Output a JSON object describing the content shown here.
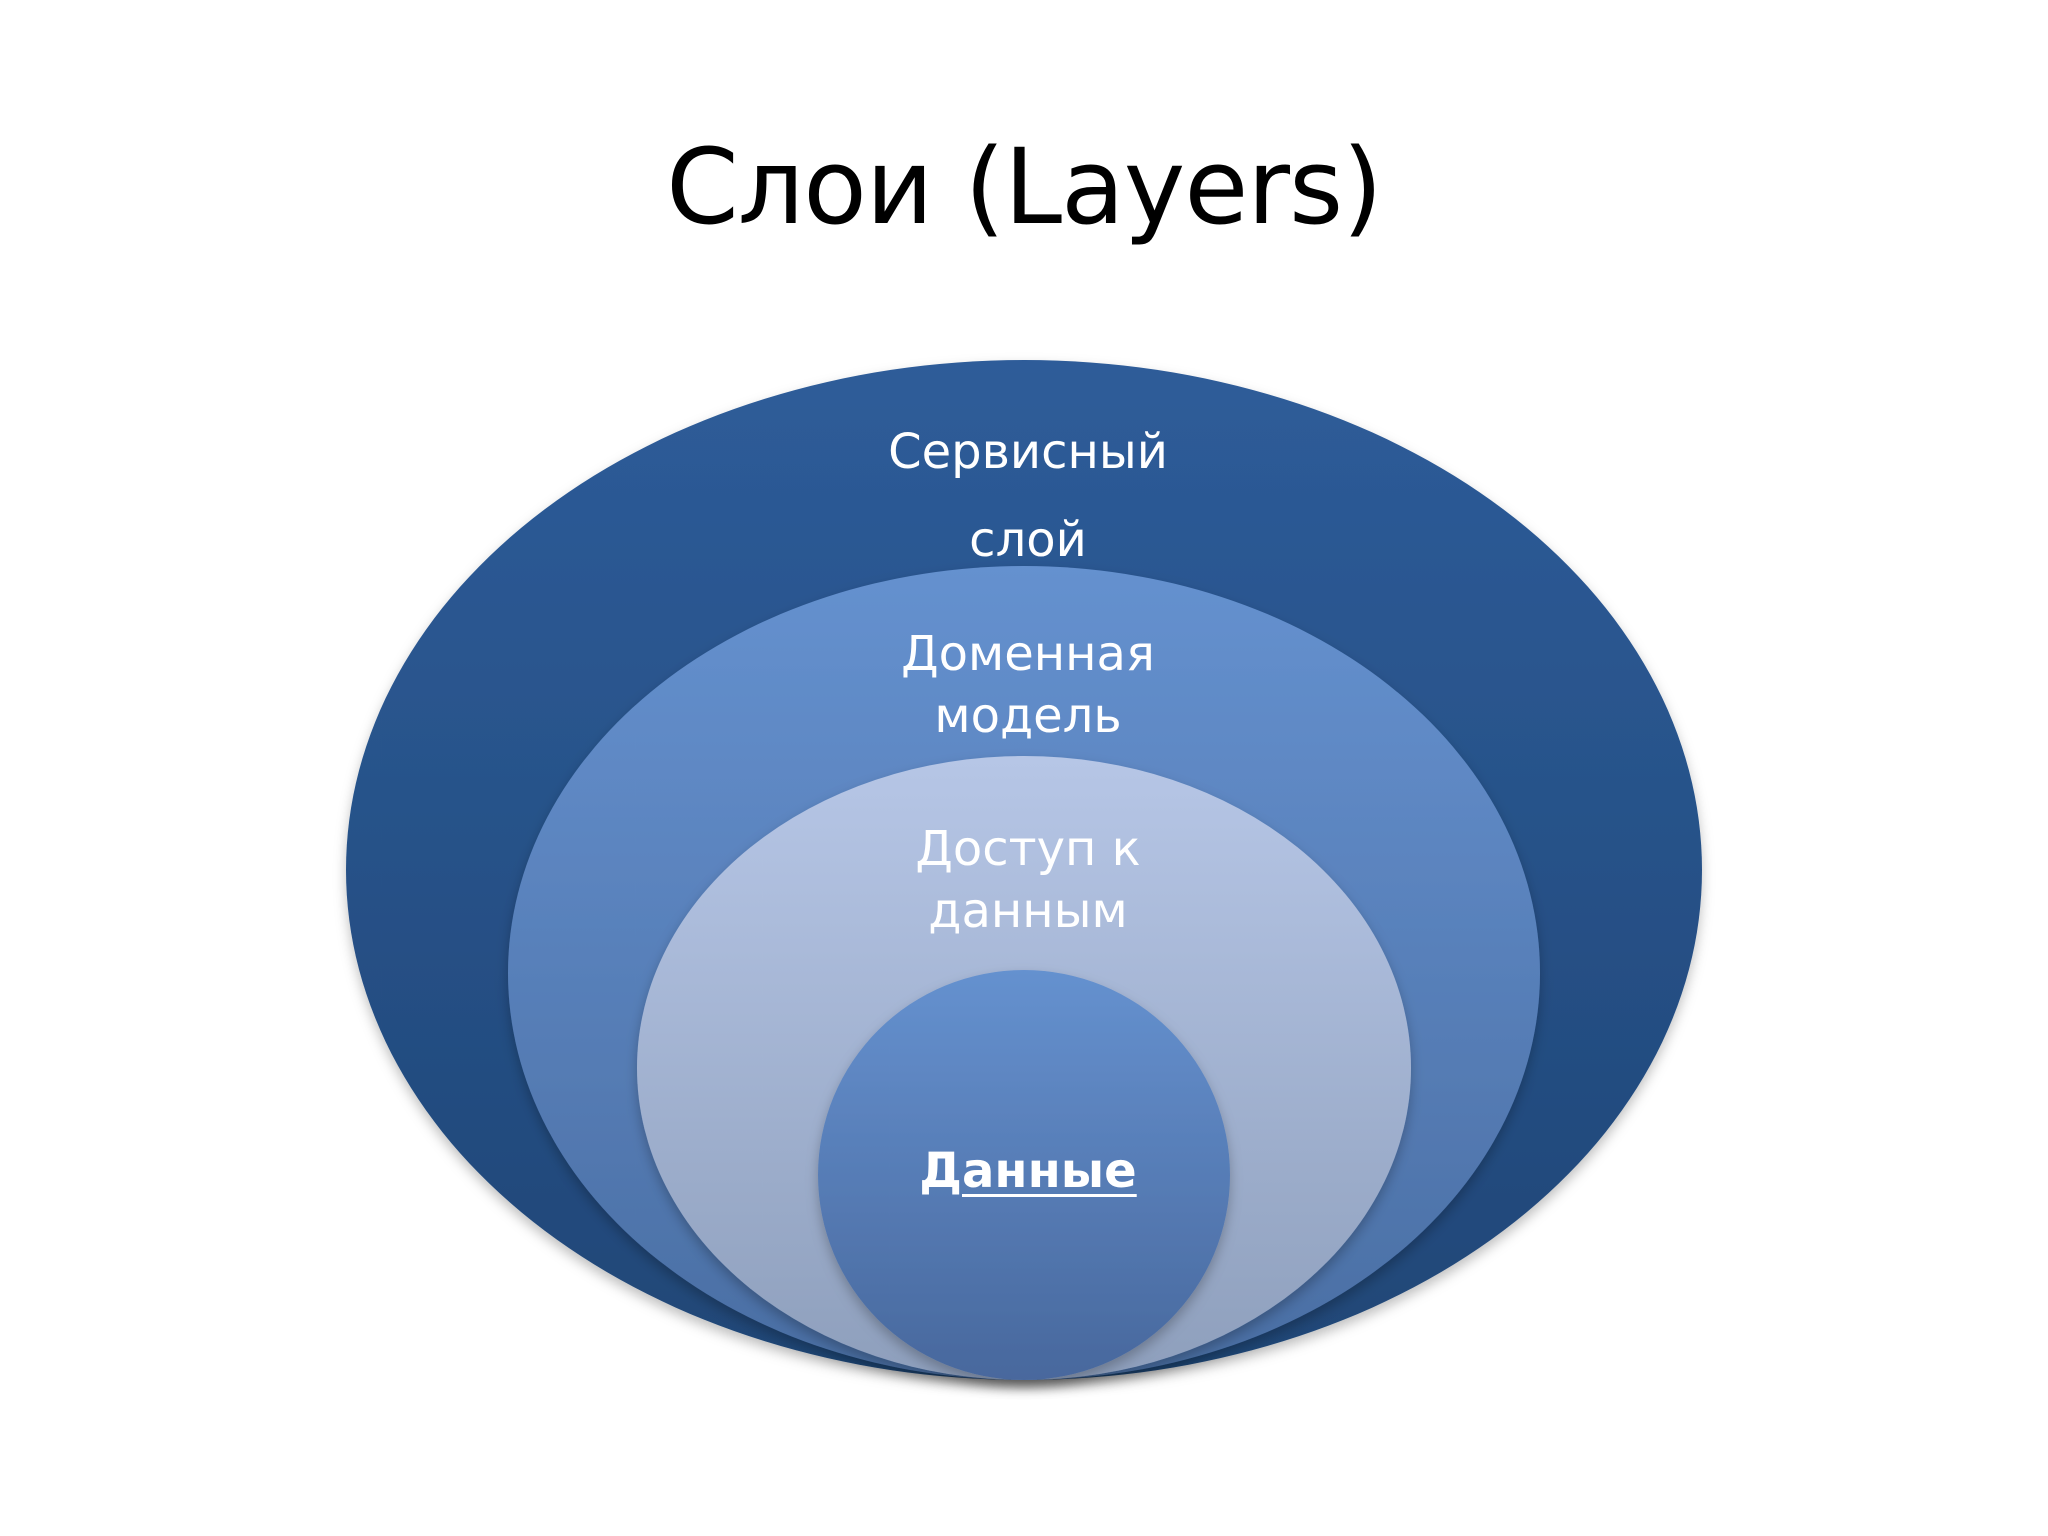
{
  "title": "Слои (Layers)",
  "layers": [
    {
      "line1": "Сервисный",
      "line2": "слой",
      "color_top": "#2e5c99",
      "color_bottom": "#1f4676"
    },
    {
      "line1": "Доменная",
      "line2": "модель",
      "color_top": "#6591cf",
      "color_bottom": "#4a6ea3"
    },
    {
      "line1": "Доступ к",
      "line2": "данным",
      "color_top": "#b6c6e6",
      "color_bottom": "#8e9fbc"
    },
    {
      "line1": "Данные",
      "color_top": "#6591cf",
      "color_bottom": "#48689d"
    }
  ]
}
